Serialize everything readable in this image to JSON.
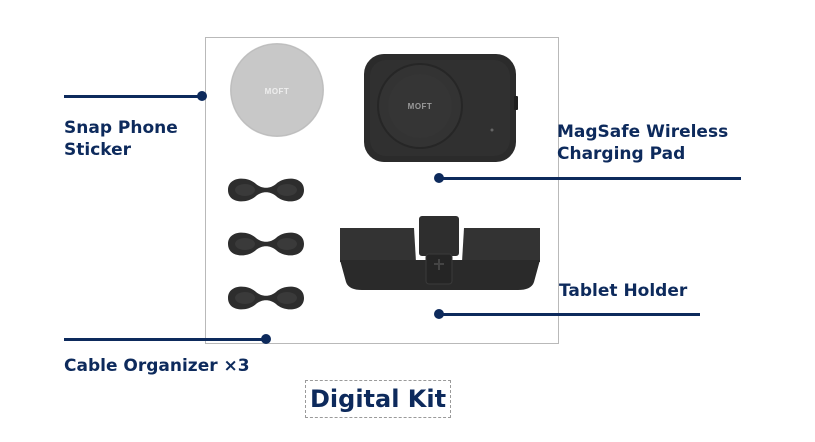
{
  "labels": {
    "snap_sticker": [
      "Snap Phone",
      "Sticker"
    ],
    "charging_pad": [
      "MagSafe Wireless",
      "Charging Pad"
    ],
    "tablet_holder": "Tablet Holder",
    "cable_organizer": "Cable Organizer ×3"
  },
  "kit_title": "Digital Kit",
  "logo": "MOFT",
  "colors": {
    "accent": "#0d2a5c",
    "box_border": "#b9b9b9",
    "sticker": "#c9c9c9",
    "product_dark": "#2b2b2b"
  }
}
